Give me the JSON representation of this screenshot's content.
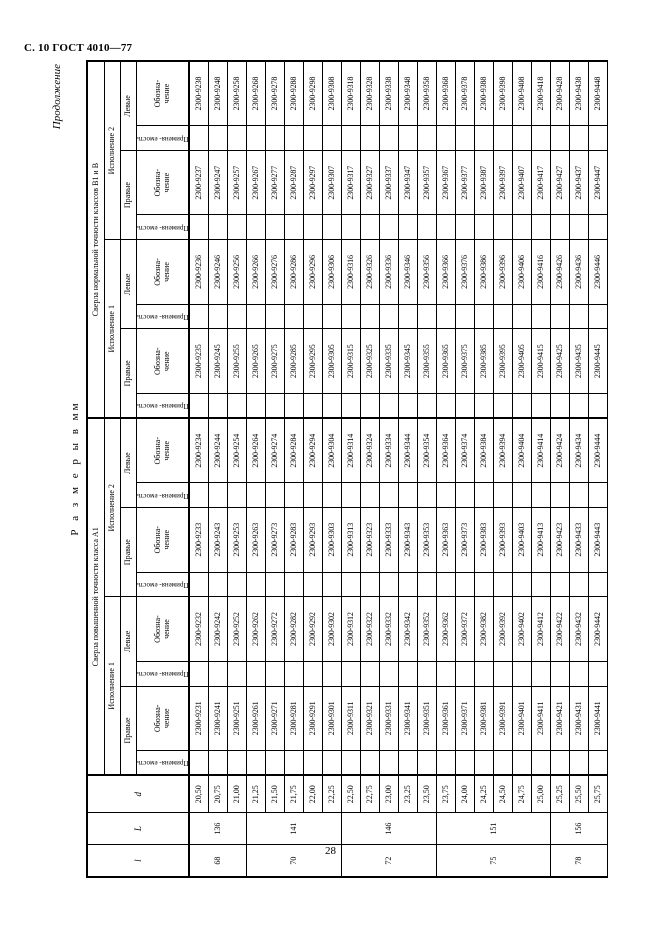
{
  "document": {
    "running_head": "С. 10 ГОСТ 4010—77",
    "page_number": "28",
    "continuation_label": "Продолжение",
    "dimensions_note": "Р а з м е р ы   в   мм"
  },
  "table": {
    "group_headers": [
      {
        "label": "Сверла повышенной точности класса А1",
        "span": 4
      },
      {
        "label": "Сверла нормальной точности классов В1 и В",
        "span": 4
      }
    ],
    "execution_headers": [
      {
        "label": "Исполнение 1",
        "span": 2
      },
      {
        "label": "Исполнение 2",
        "span": 2
      },
      {
        "label": "Исполнение 1",
        "span": 2
      },
      {
        "label": "Исполнение 2",
        "span": 2
      }
    ],
    "hand_headers": [
      "Правые",
      "Левые",
      "Правые",
      "Левые",
      "Правые",
      "Левые",
      "Правые",
      "Левые"
    ],
    "sub_headers": {
      "designation": "Обозна-\nчение",
      "applicability": "Применя-\nемость"
    },
    "axis_headers": {
      "d": "d",
      "L": "L",
      "l": "l"
    },
    "rows": [
      {
        "d": "20,50",
        "L": "136",
        "l": "68",
        "L_span": 3,
        "l_span": 3,
        "des": [
          "2300-9231",
          "2300-9232",
          "2300-9233",
          "2300-9234",
          "2300-9235",
          "2300-9236",
          "2300-9237",
          "2300-9238"
        ]
      },
      {
        "d": "20,75",
        "L": "",
        "l": "",
        "des": [
          "2300-9241",
          "2300-9242",
          "2300-9243",
          "2300-9244",
          "2300-9245",
          "2300-9246",
          "2300-9247",
          "2300-9248"
        ]
      },
      {
        "d": "21,00",
        "L": "",
        "l": "",
        "des": [
          "2300-9251",
          "2300-9252",
          "2300-9253",
          "2300-9254",
          "2300-9255",
          "2300-9256",
          "2300-9257",
          "2300-9258"
        ]
      },
      {
        "d": "21,25",
        "L": "141",
        "l": "70",
        "L_span": 5,
        "l_span": 5,
        "des": [
          "2300-9261",
          "2300-9262",
          "2300-9263",
          "2300-9264",
          "2300-9265",
          "2300-9266",
          "2300-9267",
          "2300-9268"
        ]
      },
      {
        "d": "21,50",
        "L": "",
        "l": "",
        "des": [
          "2300-9271",
          "2300-9272",
          "2300-9273",
          "2300-9274",
          "2300-9275",
          "2300-9276",
          "2300-9277",
          "2300-9278"
        ]
      },
      {
        "d": "21,75",
        "L": "",
        "l": "",
        "des": [
          "2300-9281",
          "2300-9282",
          "2300-9283",
          "2300-9284",
          "2300-9285",
          "2300-9286",
          "2300-9287",
          "2300-9288"
        ]
      },
      {
        "d": "22,00",
        "L": "",
        "l": "",
        "des": [
          "2300-9291",
          "2300-9292",
          "2300-9293",
          "2300-9294",
          "2300-9295",
          "2300-9296",
          "2300-9297",
          "2300-9298"
        ]
      },
      {
        "d": "22,25",
        "L": "",
        "l": "",
        "des": [
          "2300-9301",
          "2300-9302",
          "2300-9303",
          "2300-9304",
          "2300-9305",
          "2300-9306",
          "2300-9307",
          "2300-9308"
        ]
      },
      {
        "d": "22,50",
        "L": "146",
        "l": "72",
        "L_span": 5,
        "l_span": 5,
        "des": [
          "2300-9311",
          "2300-9312",
          "2300-9313",
          "2300-9314",
          "2300-9315",
          "2300-9316",
          "2300-9317",
          "2300-9318"
        ]
      },
      {
        "d": "22,75",
        "L": "",
        "l": "",
        "des": [
          "2300-9321",
          "2300-9322",
          "2300-9323",
          "2300-9324",
          "2300-9325",
          "2300-9326",
          "2300-9327",
          "2300-9328"
        ]
      },
      {
        "d": "23,00",
        "L": "",
        "l": "",
        "des": [
          "2300-9331",
          "2300-9332",
          "2300-9333",
          "2300-9334",
          "2300-9335",
          "2300-9336",
          "2300-9337",
          "2300-9338"
        ]
      },
      {
        "d": "23,25",
        "L": "",
        "l": "",
        "des": [
          "2300-9341",
          "2300-9342",
          "2300-9343",
          "2300-9344",
          "2300-9345",
          "2300-9346",
          "2300-9347",
          "2300-9348"
        ]
      },
      {
        "d": "23,50",
        "L": "",
        "l": "",
        "des": [
          "2300-9351",
          "2300-9352",
          "2300-9353",
          "2300-9354",
          "2300-9355",
          "2300-9356",
          "2300-9357",
          "2300-9358"
        ]
      },
      {
        "d": "23,75",
        "L": "151",
        "l": "75",
        "L_span": 6,
        "l_span": 6,
        "des": [
          "2300-9361",
          "2300-9362",
          "2300-9363",
          "2300-9364",
          "2300-9365",
          "2300-9366",
          "2300-9367",
          "2300-9368"
        ]
      },
      {
        "d": "24,00",
        "L": "",
        "l": "",
        "des": [
          "2300-9371",
          "2300-9372",
          "2300-9373",
          "2300-9374",
          "2300-9375",
          "2300-9376",
          "2300-9377",
          "2300-9378"
        ]
      },
      {
        "d": "24,25",
        "L": "",
        "l": "",
        "des": [
          "2300-9381",
          "2300-9382",
          "2300-9383",
          "2300-9384",
          "2300-9385",
          "2300-9386",
          "2300-9387",
          "2300-9388"
        ]
      },
      {
        "d": "24,50",
        "L": "",
        "l": "",
        "des": [
          "2300-9391",
          "2300-9392",
          "2300-9393",
          "2300-9394",
          "2300-9395",
          "2300-9396",
          "2300-9397",
          "2300-9398"
        ]
      },
      {
        "d": "24,75",
        "L": "",
        "l": "",
        "des": [
          "2300-9401",
          "2300-9402",
          "2300-9403",
          "2300-9404",
          "2300-9405",
          "2300-9406",
          "2300-9407",
          "2300-9408"
        ]
      },
      {
        "d": "25,00",
        "L": "",
        "l": "",
        "des": [
          "2300-9411",
          "2300-9412",
          "2300-9413",
          "2300-9414",
          "2300-9415",
          "2300-9416",
          "2300-9417",
          "2300-9418"
        ]
      },
      {
        "d": "25,25",
        "L": "156",
        "l": "78",
        "L_span": 3,
        "l_span": 3,
        "des": [
          "2300-9421",
          "2300-9422",
          "2300-9423",
          "2300-9424",
          "2300-9425",
          "2300-9426",
          "2300-9427",
          "2300-9428"
        ]
      },
      {
        "d": "25,50",
        "L": "",
        "l": "",
        "des": [
          "2300-9431",
          "2300-9432",
          "2300-9433",
          "2300-9434",
          "2300-9435",
          "2300-9436",
          "2300-9437",
          "2300-9438"
        ]
      },
      {
        "d": "25,75",
        "L": "",
        "l": "",
        "des": [
          "2300-9441",
          "2300-9442",
          "2300-9443",
          "2300-9444",
          "2300-9445",
          "2300-9446",
          "2300-9447",
          "2300-9448"
        ]
      }
    ]
  }
}
